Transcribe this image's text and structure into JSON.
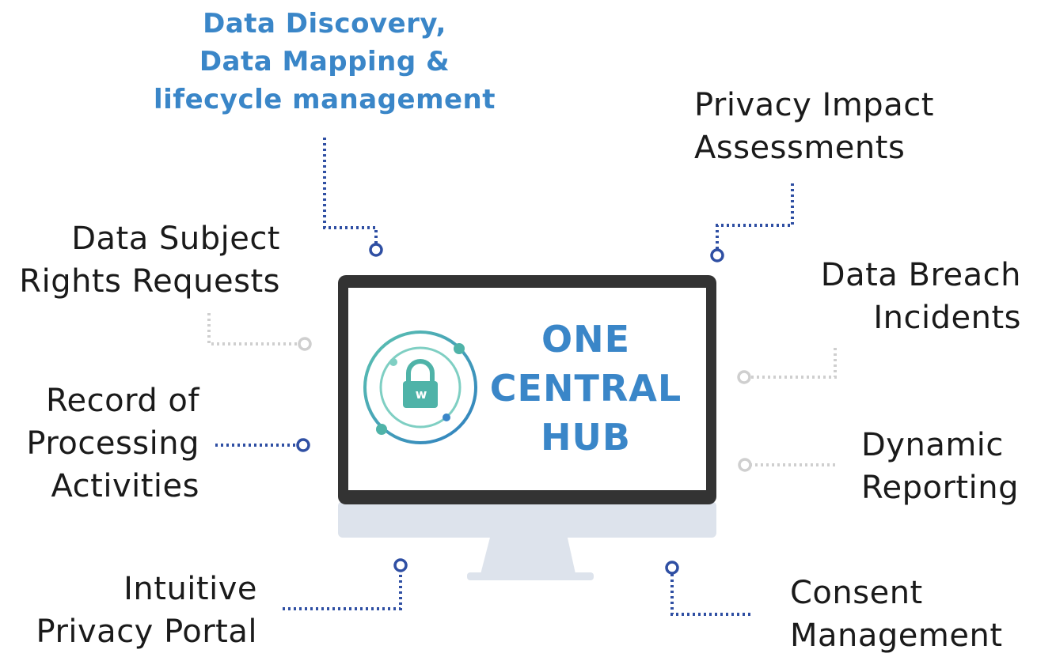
{
  "hub": {
    "title_lines": [
      "ONE",
      "CENTRAL",
      "HUB"
    ],
    "logo_icon": "padlock-icon",
    "logo_letter": "w"
  },
  "features": {
    "data_discovery": [
      "Data Discovery,",
      "Data Mapping &",
      "lifecycle management"
    ],
    "privacy_impact": [
      "Privacy Impact",
      "Assessments"
    ],
    "data_subject": [
      "Data Subject",
      "Rights Requests"
    ],
    "data_breach": [
      "Data Breach",
      "Incidents"
    ],
    "record_processing": [
      "Record of",
      "Processing",
      "Activities"
    ],
    "dynamic_reporting": [
      "Dynamic",
      "Reporting"
    ],
    "privacy_portal": [
      "Intuitive",
      "Privacy Portal"
    ],
    "consent": [
      "Consent",
      "Management"
    ]
  },
  "colors": {
    "accent_blue": "#3a86c8",
    "connector_dark": "#2f4fa3",
    "connector_light": "#cfcfcf",
    "monitor_frame": "#333333",
    "monitor_stand": "#dde3ec",
    "logo_teal": "#4fb3a8"
  }
}
